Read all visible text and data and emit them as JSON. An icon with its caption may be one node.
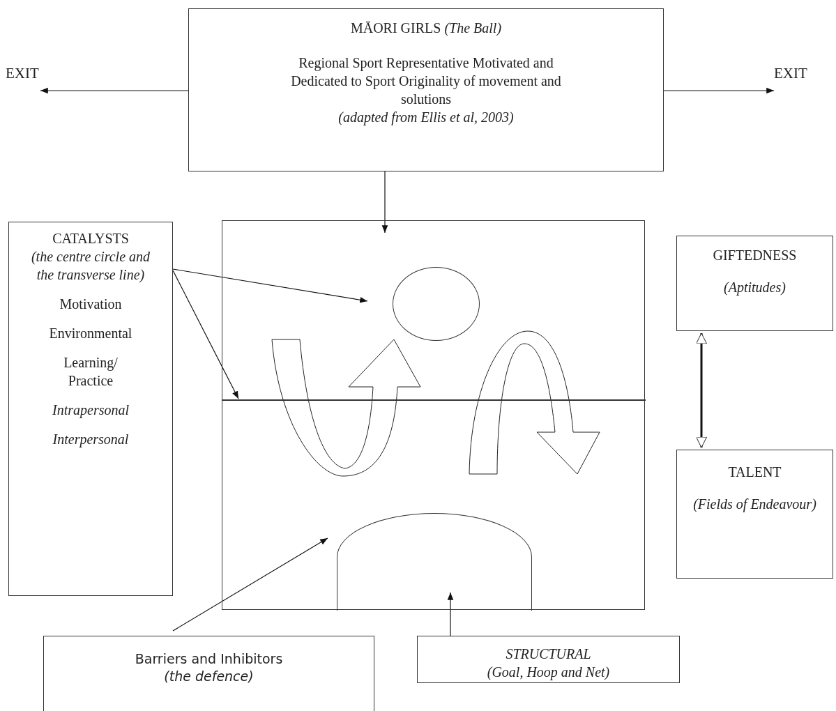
{
  "diagram": {
    "nodes": [
      {
        "text": [
          "MĀORI GIRLS *(The Ball)*",
          "Regional Sport Representative Motivated and Dedicated to Sport Originality of movement and solutions",
          "(adapted from Ellis et al, 2003)"
        ]
      },
      {
        "text": [
          "EXIT"
        ]
      },
      {
        "text": [
          "EXIT"
        ]
      },
      {
        "text": [
          "CATALYSTS",
          "(the centre circle and the transverse line)",
          "Motivation",
          "Environmental",
          "Learning/ Practice",
          "Intrapersonal",
          "Interpersonal"
        ]
      },
      {
        "text": [],
        "shape": "box"
      },
      {
        "text": [],
        "shape": "circle",
        "in": 4
      },
      {
        "text": [],
        "shape": "line",
        "in": 4
      },
      {
        "text": [],
        "shape": "semicircle",
        "in": 4
      },
      {
        "text": [
          "GIFTEDNESS",
          "(Aptitudes)"
        ]
      },
      {
        "text": [
          "TALENT",
          "(Fields of Endeavour)"
        ]
      },
      {
        "text": [
          "Barriers and Inhibitors",
          "(the defence)"
        ]
      },
      {
        "text": [
          "STRUCTURAL",
          "(Goal, Hoop and Net)"
        ]
      }
    ],
    "edges": [
      {
        "from": 0,
        "to": 1,
        "arrow": "to"
      },
      {
        "from": 0,
        "to": 2,
        "arrow": "to"
      },
      {
        "from": 0,
        "to": 4,
        "arrow": "to"
      },
      {
        "from": 3,
        "to": 5,
        "arrow": "to"
      },
      {
        "from": 3,
        "to": 6,
        "arrow": "to"
      },
      {
        "from": 10,
        "to": 7,
        "arrow": "to"
      },
      {
        "from": 11,
        "to": 7,
        "arrow": "to"
      },
      {
        "from": 8,
        "to": 9,
        "arrow": "both",
        "style": "thick"
      }
    ]
  }
}
